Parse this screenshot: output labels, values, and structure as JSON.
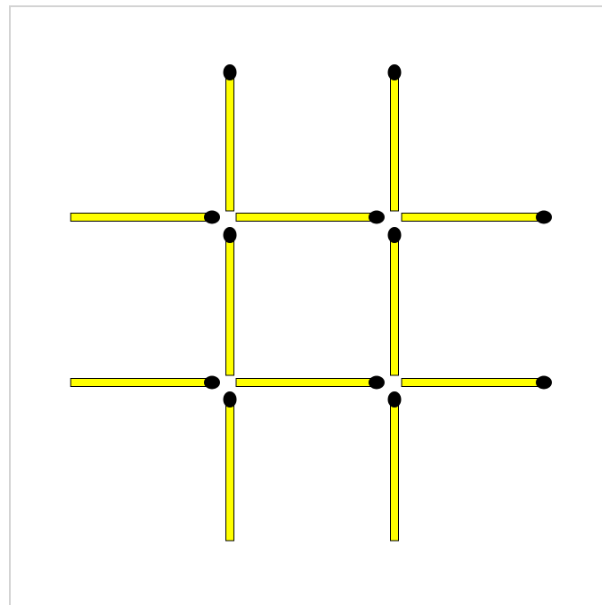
{
  "diagram": {
    "type": "matchstick-puzzle",
    "colors": {
      "background": "#ffffff",
      "frame_border": "#d3d3d3",
      "stick_fill": "#ffff00",
      "stick_outline": "#000000",
      "match_head": "#000000"
    },
    "matches": [
      {
        "id": "v-col1-top",
        "orientation": "vertical",
        "head": "top"
      },
      {
        "id": "v-col2-top",
        "orientation": "vertical",
        "head": "top"
      },
      {
        "id": "h-row1-left",
        "orientation": "horizontal",
        "head": "right"
      },
      {
        "id": "h-row1-middle",
        "orientation": "horizontal",
        "head": "right"
      },
      {
        "id": "h-row1-right",
        "orientation": "horizontal",
        "head": "right"
      },
      {
        "id": "v-col1-middle",
        "orientation": "vertical",
        "head": "top"
      },
      {
        "id": "v-col2-middle",
        "orientation": "vertical",
        "head": "top"
      },
      {
        "id": "h-row2-left",
        "orientation": "horizontal",
        "head": "right"
      },
      {
        "id": "h-row2-middle",
        "orientation": "horizontal",
        "head": "right"
      },
      {
        "id": "h-row2-right",
        "orientation": "horizontal",
        "head": "right"
      },
      {
        "id": "v-col1-bottom",
        "orientation": "vertical",
        "head": "top"
      },
      {
        "id": "v-col2-bottom",
        "orientation": "vertical",
        "head": "top"
      }
    ]
  }
}
